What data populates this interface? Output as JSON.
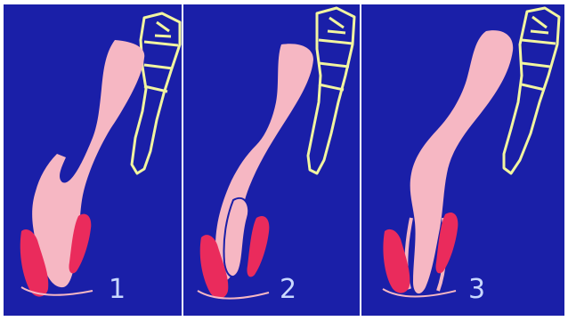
{
  "figure": {
    "colors": {
      "background": "#1a1fa8",
      "rectum": "#f6b7c3",
      "sphincter": "#ea2b5c",
      "spine_outline": "#f2f5a0",
      "label": "#c9d8ff"
    },
    "panels": [
      {
        "number": "1"
      },
      {
        "number": "2"
      },
      {
        "number": "3"
      }
    ]
  }
}
